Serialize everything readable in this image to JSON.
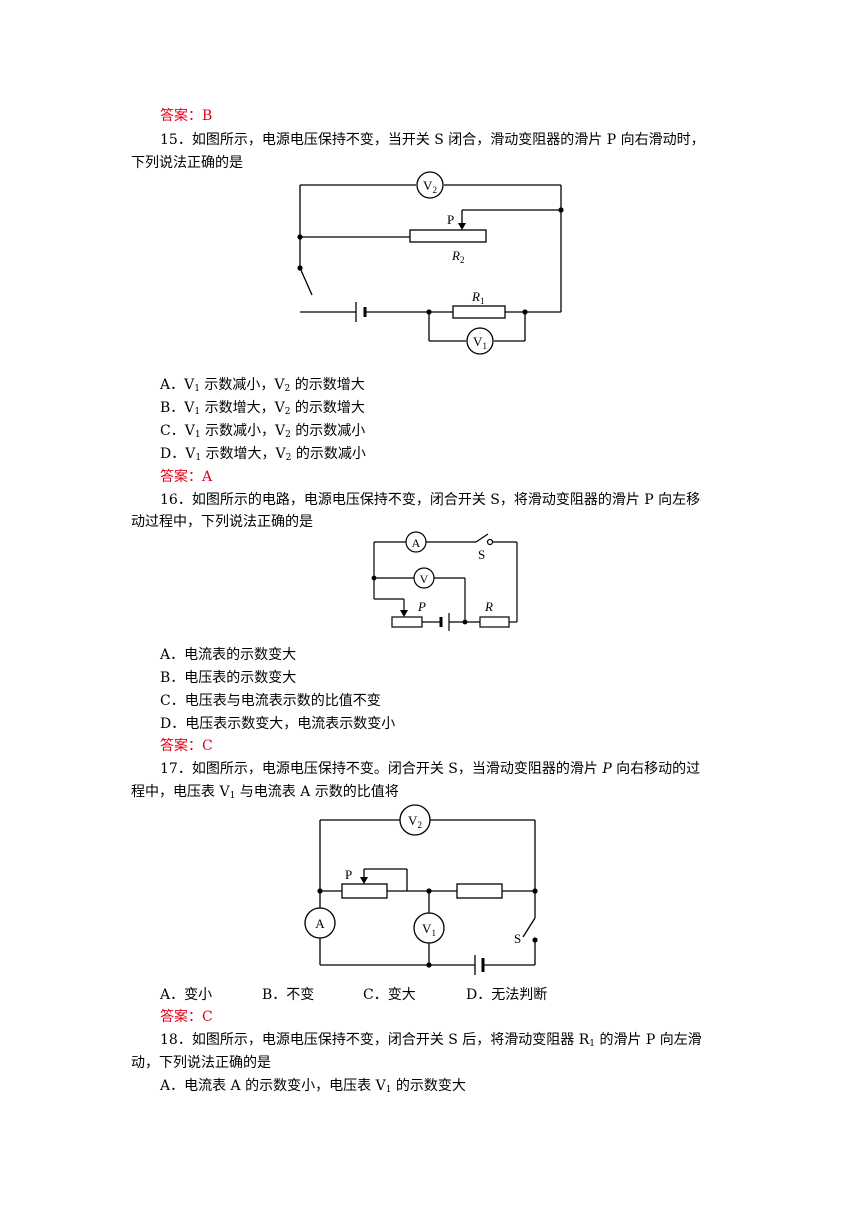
{
  "q14": {
    "answer": "答案：B"
  },
  "q15": {
    "stem_line1": "15．如图所示，电源电压保持不变，当开关 S 闭合，滑动变阻器的滑片 P 向右滑动时，",
    "stem_line2": "下列说法正确的是",
    "figure": {
      "v2": "V",
      "v2_sub": "2",
      "p": "P",
      "r2": "R",
      "r2_sub": "2",
      "r1": "R",
      "r1_sub": "1",
      "v1": "V",
      "v1_sub": "1"
    },
    "options": [
      {
        "a": "A．V",
        "b": "1",
        "c": " 示数减小，V",
        "d": "2",
        "e": " 的示数增大"
      },
      {
        "a": "B．V",
        "b": "1",
        "c": " 示数增大，V",
        "d": "2",
        "e": " 的示数增大"
      },
      {
        "a": "C．V",
        "b": "1",
        "c": " 示数减小，V",
        "d": "2",
        "e": " 的示数减小"
      },
      {
        "a": "D．V",
        "b": "1",
        "c": " 示数增大，V",
        "d": "2",
        "e": " 的示数减小"
      }
    ],
    "answer": "答案：A"
  },
  "q16": {
    "stem_line1": "16．如图所示的电路，电源电压保持不变，闭合开关 S，将滑动变阻器的滑片 P 向左移",
    "stem_line2": "动过程中，下列说法正确的是",
    "figure": {
      "a": "A",
      "s": "S",
      "v": "V",
      "p": "P",
      "r": "R"
    },
    "options": [
      "A．电流表的示数变大",
      "B．电压表的示数变大",
      "C．电压表与电流表示数的比值不变",
      "D．电压表示数变大，电流表示数变小"
    ],
    "answer": "答案：C"
  },
  "q17": {
    "stem_line1": "17．如图所示，电源电压保持不变。闭合开关 S，当滑动变阻器的滑片 ",
    "stem_line1_p": "P",
    "stem_line1_end": " 向右移动的过",
    "stem_line2_a": "程中，电压表 V",
    "stem_line2_sub": "1",
    "stem_line2_b": " 与电流表 A 示数的比值将",
    "figure": {
      "v2": "V",
      "v2_sub": "2",
      "p": "P",
      "a": "A",
      "v1": "V",
      "v1_sub": "1",
      "s": "S"
    },
    "options": [
      "A．变小",
      "B．不变",
      "C．变大",
      "D．无法判断"
    ],
    "answer": "答案：C"
  },
  "q18": {
    "stem_line1_a": "18．如图所示，电源电压保持不变，闭合开关 S 后，将滑动变阻器 R",
    "stem_line1_sub": "1",
    "stem_line1_b": " 的滑片 P 向左滑",
    "stem_line2": "动，下列说法正确的是",
    "option_a_1": "A．电流表 A 的示数变小，电压表 V",
    "option_a_sub": "1",
    "option_a_2": " 的示数变大"
  }
}
